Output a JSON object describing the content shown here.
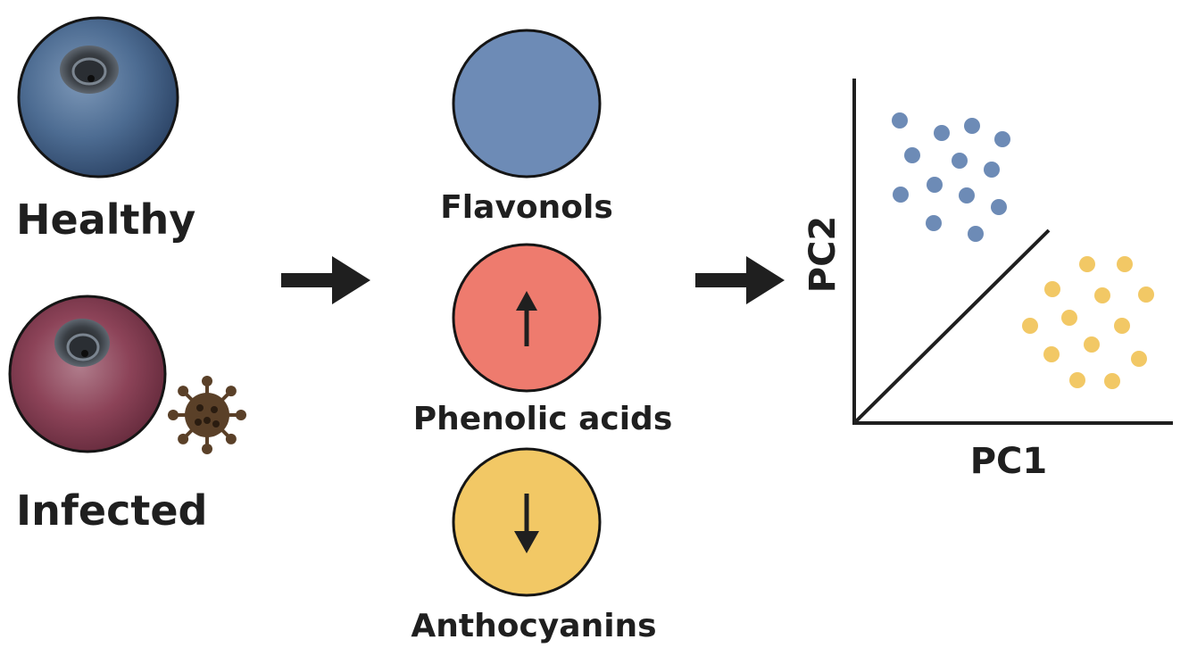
{
  "samples": {
    "healthy_label": "Healthy",
    "infected_label": "Infected"
  },
  "compounds": [
    {
      "label": "Flavonols",
      "color": "#6d8bb6",
      "trend": "none"
    },
    {
      "label": "Phenolic acids",
      "color": "#ee7b6e",
      "trend": "up"
    },
    {
      "label": "Anthocyanins",
      "color": "#f2c865",
      "trend": "down"
    }
  ],
  "pca": {
    "xlabel": "PC1",
    "ylabel": "PC2",
    "groups": [
      {
        "color": "#6d8bb6",
        "cluster": "upper-left"
      },
      {
        "color": "#f2c865",
        "cluster": "lower-right"
      }
    ]
  },
  "colors": {
    "healthy_berry": "#4a6a8f",
    "infected_berry": "#8a3e52",
    "pathogen": "#5a4028",
    "arrow": "#1f1f1f"
  }
}
